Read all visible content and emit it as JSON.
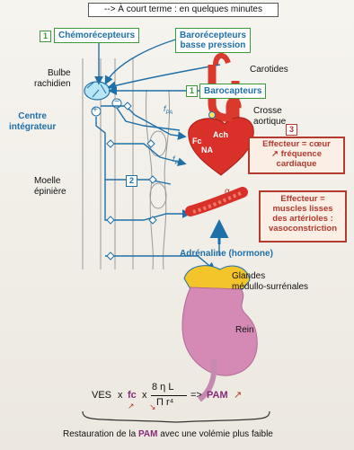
{
  "header": {
    "title": "--> À court terme : en quelques minutes"
  },
  "labels": {
    "chemo_num": "1",
    "chemo": "Chémorécepteurs",
    "baro_low_l1": "Barorécepteurs",
    "baro_low_l2": "basse pression",
    "carotides": "Carotides",
    "baro_num": "1",
    "barocapteurs": "Barocapteurs",
    "bulbe_l1": "Bulbe",
    "bulbe_l2": "rachidien",
    "centre_l1": "Centre",
    "centre_l2": "intégrateur",
    "crosse_l1": "Crosse",
    "crosse_l2": "aortique",
    "moelle_l1": "Moelle",
    "moelle_l2": "épinière",
    "spinal_num": "2",
    "plus": "+",
    "minus": "−",
    "fpa1": "f",
    "fpa1_sub": "PA",
    "fpa2": "f",
    "fpa2_sub": "PA",
    "fc": "Fc",
    "ach": "Ach",
    "na": "NA",
    "alpha": "α",
    "adrenaline": "Adrénaline (hormone)",
    "glandes_l1": "Glandes",
    "glandes_l2": "médullo-surrénales",
    "rein": "Rein"
  },
  "effectors": {
    "heart_num": "3",
    "heart_l1": "Effecteur = cœur",
    "heart_l2": "↗ fréquence",
    "heart_l3": "cardiaque",
    "muscle_l1": "Effecteur =",
    "muscle_l2": "muscles lisses",
    "muscle_l3": "des artérioles :",
    "muscle_l4": "vasoconstriction"
  },
  "formula": {
    "ves": "VES",
    "x1": "x",
    "fc": "fc",
    "x2": "x",
    "num": "8 η L",
    "den": "Π r⁴",
    "arrow": "=>",
    "pam": "PAM",
    "pam_up": "↗",
    "fc_up": "↗",
    "r_down": "↘"
  },
  "footer": {
    "pre": "Restauration de la ",
    "pam": "PAM",
    "post": " avec une volémie plus faible"
  },
  "colors": {
    "accent_blue": "#1f6fa8",
    "red": "#b23a2e",
    "green": "#3a9a3a",
    "purple": "#8a2a7a"
  }
}
